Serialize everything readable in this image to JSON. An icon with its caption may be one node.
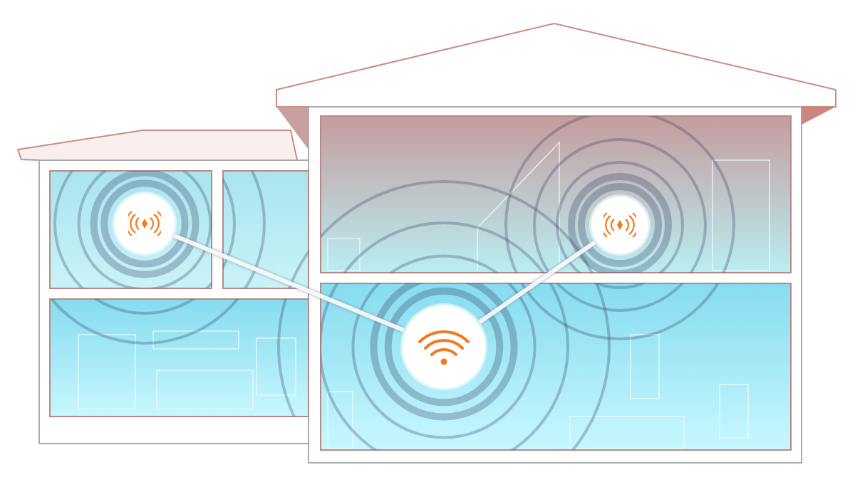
{
  "diagram": {
    "nodes": [
      {
        "text": [],
        "shape": "circle"
      },
      {
        "text": [],
        "shape": "circle"
      },
      {
        "text": [],
        "shape": "circle"
      }
    ],
    "edges": [
      {
        "from": 2,
        "to": 0,
        "arrow": "none"
      },
      {
        "from": 2,
        "to": 1,
        "arrow": "none"
      }
    ]
  }
}
